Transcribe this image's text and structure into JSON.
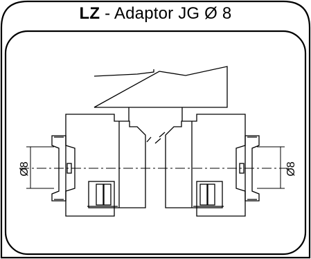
{
  "header": {
    "code": "LZ",
    "separator": " - ",
    "name": "Adaptor JG Ø 8"
  },
  "drawing": {
    "dim_left": "Ø8",
    "dim_right": "Ø8"
  },
  "colors": {
    "stroke": "#000000",
    "fill": "#ffffff"
  }
}
